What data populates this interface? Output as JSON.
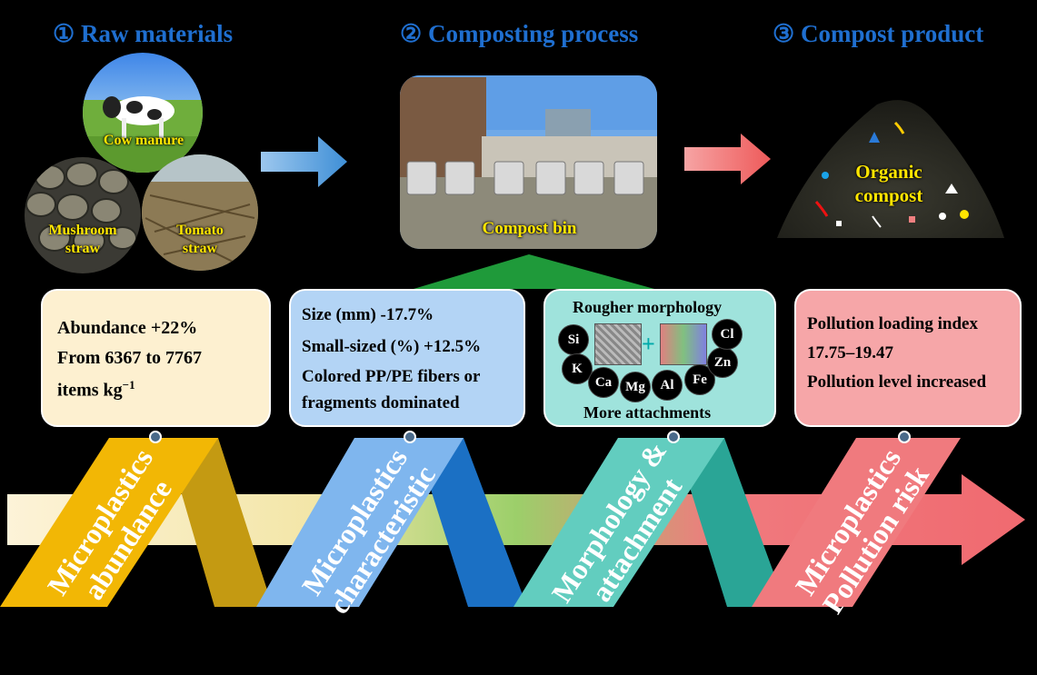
{
  "stages": [
    {
      "label": "① Raw materials",
      "color": "#1f6fd0"
    },
    {
      "label": "② Composting process",
      "color": "#1f6fd0"
    },
    {
      "label": "③ Compost product",
      "color": "#1f6fd0"
    }
  ],
  "raw_materials": [
    "Cow manure",
    "Mushroom straw",
    "Tomato straw"
  ],
  "process": {
    "label": "Compost bin"
  },
  "product": {
    "label": "Organic compost"
  },
  "cards": {
    "abundance": {
      "line1": "Abundance +22%",
      "line2": "From 6367 to 7767",
      "line3_base": "items kg",
      "line3_sup": "−1",
      "color": "#fdf0d0",
      "arrow_color": "#b8860b"
    },
    "characteristic": {
      "line1": "Size (mm) -17.7%",
      "line2": "Small-sized (%) +12.5%",
      "line3": "Colored PP/PE fibers or",
      "line4": "fragments dominated",
      "color": "#b3d4f5",
      "arrow_color": "#1f5fa8"
    },
    "morphology": {
      "title": "Rougher morphology",
      "footer": "More attachments",
      "elements": [
        "Si",
        "K",
        "Ca",
        "Mg",
        "Al",
        "Fe",
        "Zn",
        "Cl"
      ],
      "color": "#9fe3dc",
      "arrow_color": "#1a8070"
    },
    "pollution": {
      "line1": "Pollution loading index",
      "line2": "17.75–19.47",
      "line3": "Pollution level increased",
      "color": "#f6a6a8",
      "arrow_color": "#b30000"
    }
  },
  "bands": [
    {
      "line1": "Microplastics",
      "line2": "abundance",
      "color": "#f2b705"
    },
    {
      "line1": "Microplastics",
      "line2": "characteristic",
      "color": "#7fb6ee"
    },
    {
      "line1": "Morphology &",
      "line2": "attachment",
      "color": "#62cdbf"
    },
    {
      "line1": "Microplastics",
      "line2": "Pollution risk",
      "color": "#f07a7e"
    }
  ]
}
